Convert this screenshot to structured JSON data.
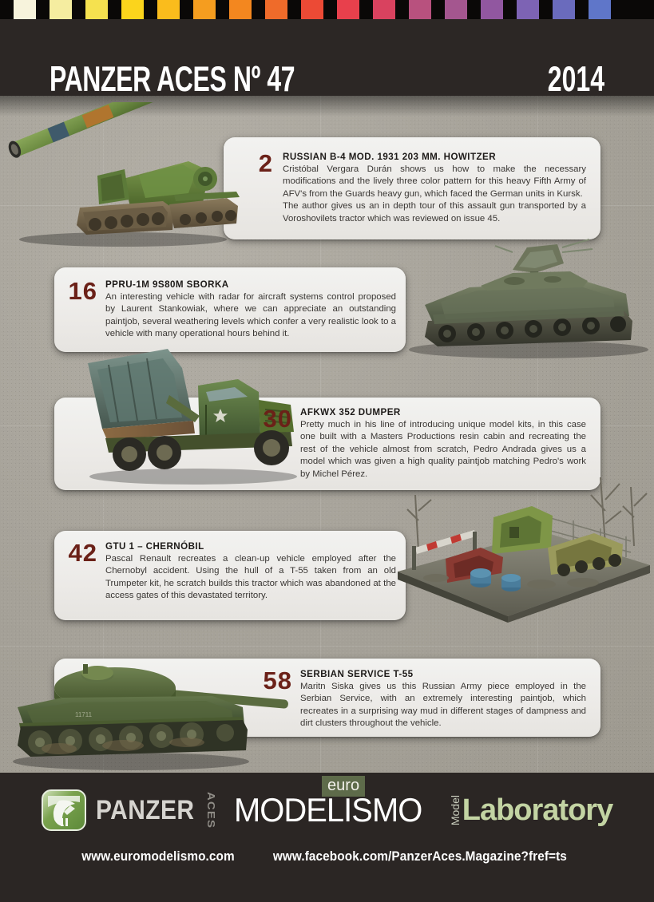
{
  "header": {
    "title": "PANZER ACES Nº 47",
    "year": "2014"
  },
  "colorstrip": {
    "name": "color-swatch-strip",
    "colors": [
      "#f7f3dc",
      "#f5eda0",
      "#f5e14f",
      "#fbd41c",
      "#fabc1c",
      "#f59d1f",
      "#f3871f",
      "#ef6b2a",
      "#ec4a35",
      "#e8404c",
      "#d9425f",
      "#b8517e",
      "#a4568f",
      "#9157a0",
      "#7d63b4",
      "#6a6bbd",
      "#5f76c9"
    ]
  },
  "articles": [
    {
      "page": "2",
      "title": "RUSSIAN B-4 MOD. 1931 203 MM. HOWITZER",
      "paragraphs": [
        "Cristóbal Vergara Durán shows us how to make the necessary modifications and the lively three color pattern for this heavy Fifth Army of AFV's from the Guards heavy gun, which faced the German units in Kursk.",
        "The author gives us an in depth tour of this assault gun transported by a Voroshovilets tractor which was reviewed on issue 45."
      ],
      "image_name": "russian-b4-howitzer-photo",
      "image_side": "left"
    },
    {
      "page": "16",
      "title": "PPRU-1M 9S80M SBORKA",
      "paragraphs": [
        "An interesting vehicle with radar for aircraft systems control proposed by Laurent Stankowiak, where we can appreciate an outstanding paintjob, several weathering levels which confer a very realistic look to a vehicle with many operational hours behind it."
      ],
      "image_name": "ppru-1m-sborka-photo",
      "image_side": "right"
    },
    {
      "page": "30",
      "title": "AFKWX 352 DUMPER",
      "paragraphs": [
        "Pretty much in his line of introducing unique model kits, in this case one built with a Masters Productions resin cabin and recreating the rest of the vehicle almost from scratch, Pedro Andrada gives us a model which was given a high quality paintjob matching Pedro's work by Michel Pérez."
      ],
      "image_name": "afkwx-352-dumper-photo",
      "image_side": "left"
    },
    {
      "page": "42",
      "title": "GTU 1 – CHERNÓBIL",
      "paragraphs": [
        "Pascal Renault recreates a clean-up vehicle employed after the Chernobyl accident. Using the hull of a T-55 taken from an old Trumpeter kit, he scratch builds this tractor which was abandoned at the access gates of this devastated territory."
      ],
      "image_name": "gtu-1-chernobil-diorama-photo",
      "image_side": "right"
    },
    {
      "page": "58",
      "title": "SERBIAN SERVICE T-55",
      "paragraphs": [
        "Maritn Siska gives us this Russian Army piece employed in the Serbian Service, with an extremely interesting paintjob, which recreates in a surprising way mud in different stages of dampness and dirt clusters throughout the vehicle."
      ],
      "image_name": "serbian-service-t55-photo",
      "image_side": "left"
    }
  ],
  "footer": {
    "logos": {
      "panzer": "PANZER",
      "aces": "ACES",
      "euro": "euro",
      "modelismo": "MODELISMO",
      "model": "Model",
      "laboratory": "Laboratory"
    },
    "url_website": "www.euromodelismo.com",
    "url_facebook": "www.facebook.com/PanzerAces.Magazine?fref=ts"
  },
  "colors": {
    "header_bg": "#2c2725",
    "footer_bg": "#2b2624",
    "card_bg": "#eceae7",
    "page_number": "#6b2118",
    "title_text": "#1d1a18",
    "body_text": "#3a3734",
    "background_concrete": "#a7a39a"
  }
}
